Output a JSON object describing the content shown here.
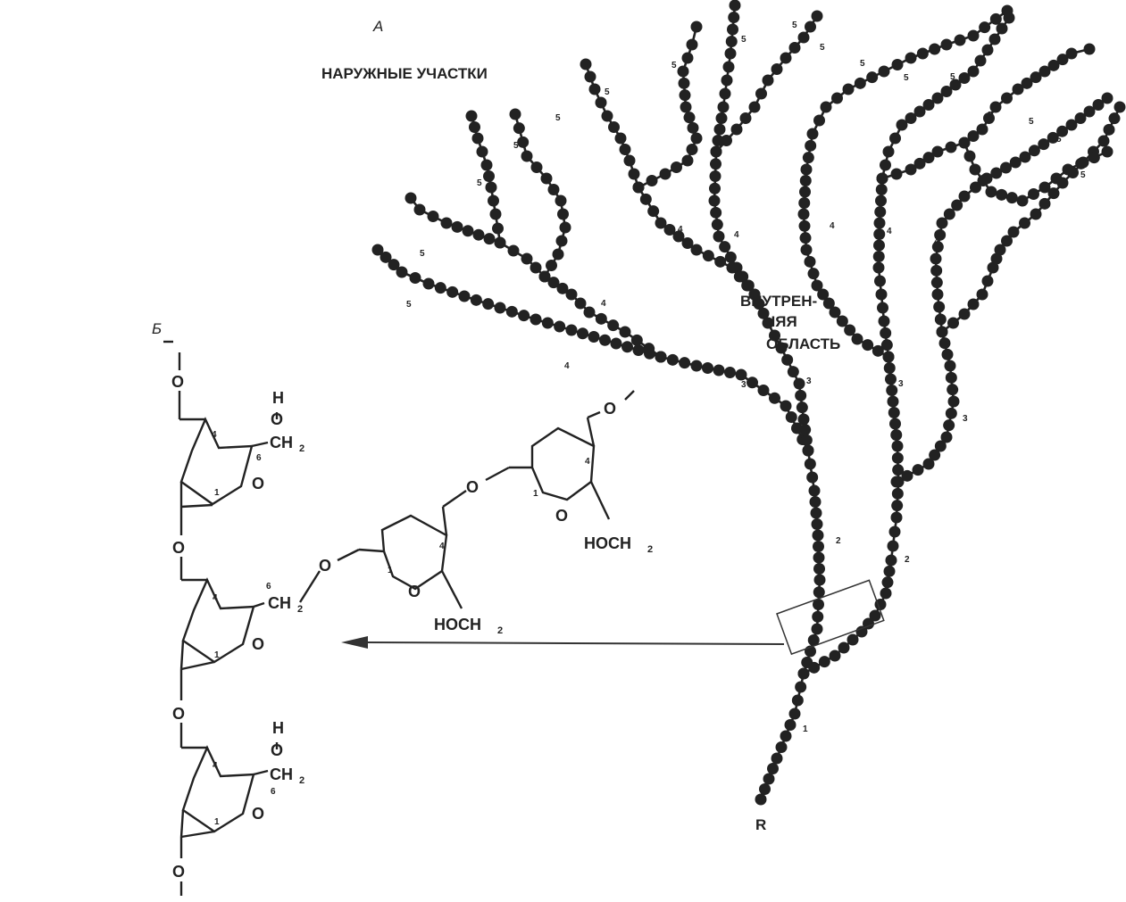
{
  "labels": {
    "panel_a": "А",
    "panel_b": "Б",
    "outer_regions": "НАРУЖНЫЕ УЧАСТКИ",
    "inner_region_line1": "ВНУТРЕН-",
    "inner_region_line2": "НЯЯ",
    "inner_region_line3": "ОБЛАСТЬ",
    "root": "R"
  },
  "tiers": {
    "t1": "1",
    "t2": "2",
    "t3": "3",
    "t4": "4",
    "t5": "5"
  },
  "atoms": {
    "oxygen": "O",
    "hydrogen": "H",
    "ch2": "CH",
    "hoch2": "HOCH",
    "subscript_2": "2",
    "pos_1": "1",
    "pos_4": "4",
    "pos_6": "6"
  },
  "colors": {
    "ink": "#222222",
    "background": "#ffffff"
  }
}
